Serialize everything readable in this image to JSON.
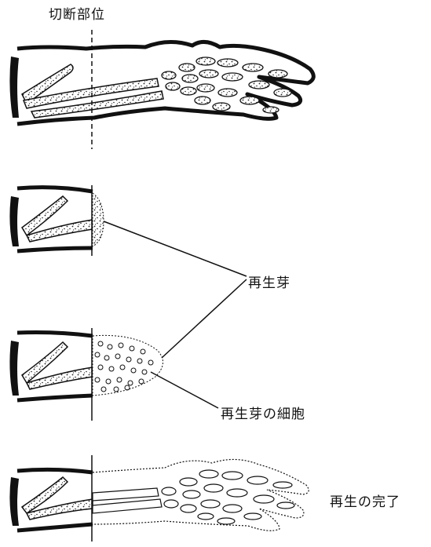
{
  "labels": {
    "cut_site": "切断部位",
    "blastema": "再生芽",
    "blastema_cells": "再生芽の細胞",
    "regeneration_complete": "再生の完了"
  },
  "colors": {
    "ink": "#111111",
    "background": "#ffffff"
  }
}
